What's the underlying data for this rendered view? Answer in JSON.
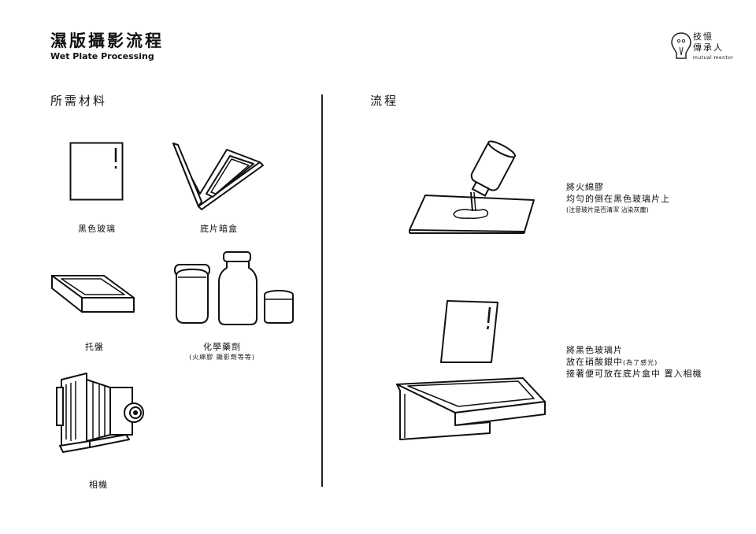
{
  "header": {
    "title": "濕版攝影流程",
    "subtitle": "Wet Plate Processing"
  },
  "logo": {
    "name": "技憶傳承人",
    "line1": "技憶",
    "line2": "傳承人",
    "sub": "mutual mentor",
    "icon": "lightbulb-icon"
  },
  "materials": {
    "heading": "所需材料",
    "items": [
      {
        "label": "黑色玻璃",
        "icon": "black-glass-plate-icon"
      },
      {
        "label": "底片暗盒",
        "icon": "film-holder-icon"
      },
      {
        "label": "托盤",
        "icon": "tray-icon"
      },
      {
        "label": "化學藥劑",
        "note": "(火綿膠 顯影劑等等)",
        "icon": "chemical-bottles-icon"
      },
      {
        "label": "相機",
        "icon": "camera-icon"
      }
    ]
  },
  "process": {
    "heading": "流程",
    "steps": [
      {
        "icon": "pour-collodion-icon",
        "line1": "將火綿膠",
        "line2": "均勻的倒在黑色玻璃片上",
        "line3": "(注意玻片是否清潔 沾染灰塵)"
      },
      {
        "icon": "silver-bath-icon",
        "line1": "將黑色玻璃片",
        "line2": "放在硝酸銀中",
        "line2_note": "(為了感光)",
        "line3": "接著便可放在底片盒中 置入相機"
      }
    ]
  }
}
